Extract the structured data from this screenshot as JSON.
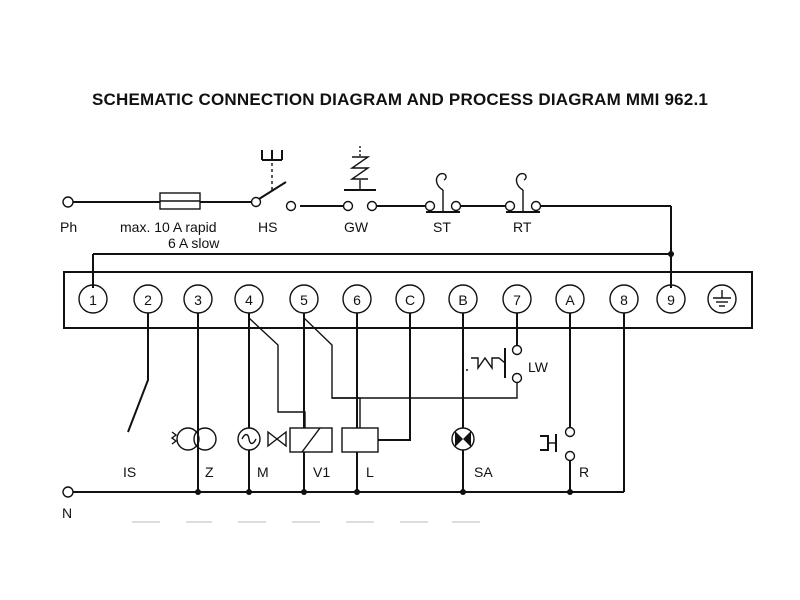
{
  "title": "SCHEMATIC CONNECTION DIAGRAM AND PROCESS DIAGRAM MMI 962.1",
  "supply": {
    "phase": "Ph",
    "neutral": "N",
    "fuse_line1": "max. 10 A rapid",
    "fuse_line2": "6 A slow"
  },
  "series_devices": [
    "HS",
    "GW",
    "ST",
    "RT"
  ],
  "terminals": [
    "1",
    "2",
    "3",
    "4",
    "5",
    "6",
    "C",
    "B",
    "7",
    "A",
    "8",
    "9"
  ],
  "load_labels": {
    "IS": "IS",
    "Z": "Z",
    "M": "M",
    "V1": "V1",
    "L": "L",
    "SA": "SA",
    "R": "R",
    "LW": "LW"
  },
  "icons": [
    "fuse-icon",
    "switch-icon",
    "pressure-switch-icon",
    "thermostat-icon",
    "earth-icon",
    "transformer-icon",
    "motor-icon",
    "valve-icon",
    "coil-icon",
    "lamp-icon",
    "pushbutton-icon"
  ]
}
